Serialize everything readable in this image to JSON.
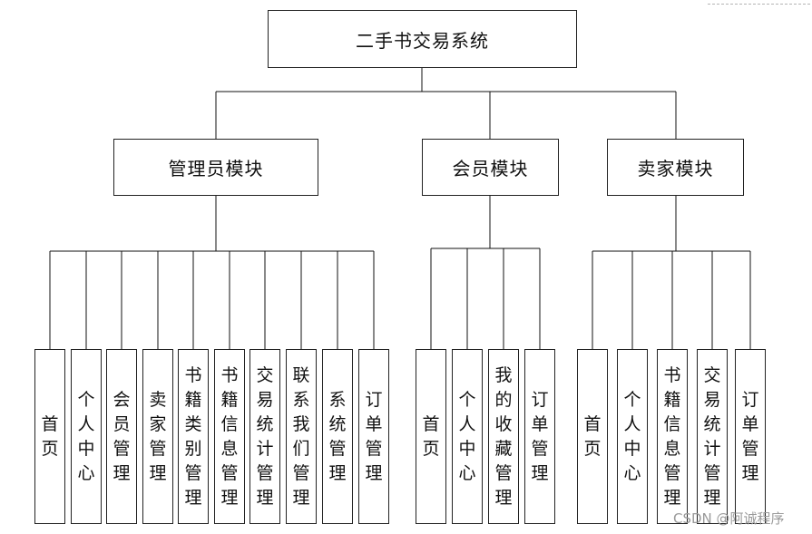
{
  "root": {
    "label": "二手书交易系统"
  },
  "modules": [
    {
      "label": "管理员模块",
      "items": [
        "首页",
        "个人中心",
        "会员管理",
        "卖家管理",
        "书籍类别管理",
        "书籍信息管理",
        "交易统计管理",
        "联系我们管理",
        "系统管理",
        "订单管理"
      ]
    },
    {
      "label": "会员模块",
      "items": [
        "首页",
        "个人中心",
        "我的收藏管理",
        "订单管理"
      ]
    },
    {
      "label": "卖家模块",
      "items": [
        "首页",
        "个人中心",
        "书籍信息管理",
        "交易统计管理",
        "订单管理"
      ]
    }
  ],
  "watermark": "CSDN @阿诚程序"
}
